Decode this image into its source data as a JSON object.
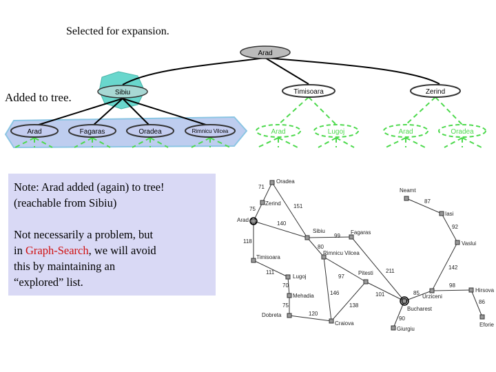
{
  "captions": {
    "selected": "Selected for expansion.",
    "added": "Added to tree."
  },
  "tree": {
    "root": "Arad",
    "level1": [
      "Sibiu",
      "Timisoara",
      "Zerind"
    ],
    "sibiu_children": [
      "Arad",
      "Fagaras",
      "Oradea",
      "Rimnicu Vilcea"
    ],
    "timisoara_children": [
      "Arad",
      "Lugoj"
    ],
    "zerind_children": [
      "Arad",
      "Oradea"
    ]
  },
  "note": {
    "line1": "Note: Arad added (again) to tree!",
    "line2": "(reachable from Sibiu)",
    "line3": "Not necessarily a problem, but",
    "line4_pre": "in ",
    "line4_hl": "Graph-Search",
    "line4_post": ", we will avoid",
    "line5": "this by maintaining an",
    "line6": "“explored” list."
  },
  "colors": {
    "note_bg": "#d9d9f5",
    "highlight": "#d01010",
    "frontier_green": "#4cd94c",
    "expanded_blob": "#7fbfe0",
    "sibiu_blob": "#4fd1c5"
  },
  "map": {
    "cities": [
      "Oradea",
      "Zerind",
      "Arad",
      "Sibiu",
      "Fagaras",
      "Timisoara",
      "Rimnicu Vilcea",
      "Lugoj",
      "Pitesti",
      "Mehadia",
      "Dobreta",
      "Craiova",
      "Bucharest",
      "Giurgiu",
      "Urziceni",
      "Hirsova",
      "Eforie",
      "Vaslui",
      "Iasi",
      "Neamt"
    ],
    "distances": [
      "71",
      "75",
      "151",
      "140",
      "118",
      "99",
      "80",
      "111",
      "70",
      "75",
      "120",
      "146",
      "97",
      "138",
      "101",
      "211",
      "90",
      "85",
      "98",
      "86",
      "142",
      "92",
      "87"
    ]
  }
}
